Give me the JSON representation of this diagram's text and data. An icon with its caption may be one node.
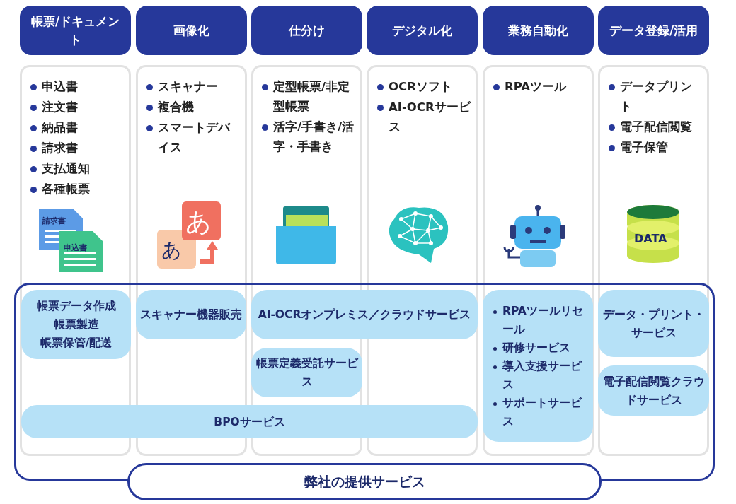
{
  "diagram": {
    "nodes": [
      {
        "text": [
          "帳票/ドキュメント"
        ]
      },
      {
        "text": [
          "画像化"
        ]
      },
      {
        "text": [
          "仕分け"
        ]
      },
      {
        "text": [
          "デジタル化"
        ]
      },
      {
        "text": [
          "業務自動化"
        ]
      },
      {
        "text": [
          "データ登録/活用"
        ]
      },
      {
        "text": [
          "申込書",
          "注文書",
          "納品書",
          "請求書",
          "支払通知",
          "各種帳票"
        ]
      },
      {
        "text": [
          "スキャナー",
          "複合機",
          "スマートデバイス"
        ]
      },
      {
        "text": [
          "定型帳票/非定型帳票",
          "活字/手書き/活字・手書き"
        ]
      },
      {
        "text": [
          "OCRソフト",
          "AI-OCRサービス"
        ]
      },
      {
        "text": [
          "RPAツール"
        ]
      },
      {
        "text": [
          "データプリント",
          "電子配信閲覧",
          "電子保管"
        ]
      },
      {
        "text": [
          "弊社の提供サービス"
        ]
      },
      {
        "text": [
          "帳票データ作成",
          "帳票製造",
          "帳票保管/配送"
        ]
      },
      {
        "text": [
          "スキャナー機器販売"
        ]
      },
      {
        "text": [
          "AI-OCRオンプレミス／クラウドサービス"
        ],
        "in": 12
      },
      {
        "text": [
          "帳票定義受託サービス"
        ]
      },
      {
        "text": [
          "BPOサービス"
        ],
        "in": 12
      },
      {
        "text": [
          "RPAツールリセール",
          "研修サービス",
          "導入支援サービス",
          "サポートサービス"
        ]
      },
      {
        "text": [
          "データ・プリント・サービス"
        ]
      },
      {
        "text": [
          "電子配信閲覧クラウドサービス"
        ]
      }
    ],
    "edges": [],
    "labels": [
      "請求書",
      "申込書",
      "あ",
      "あ",
      "DATA"
    ]
  }
}
